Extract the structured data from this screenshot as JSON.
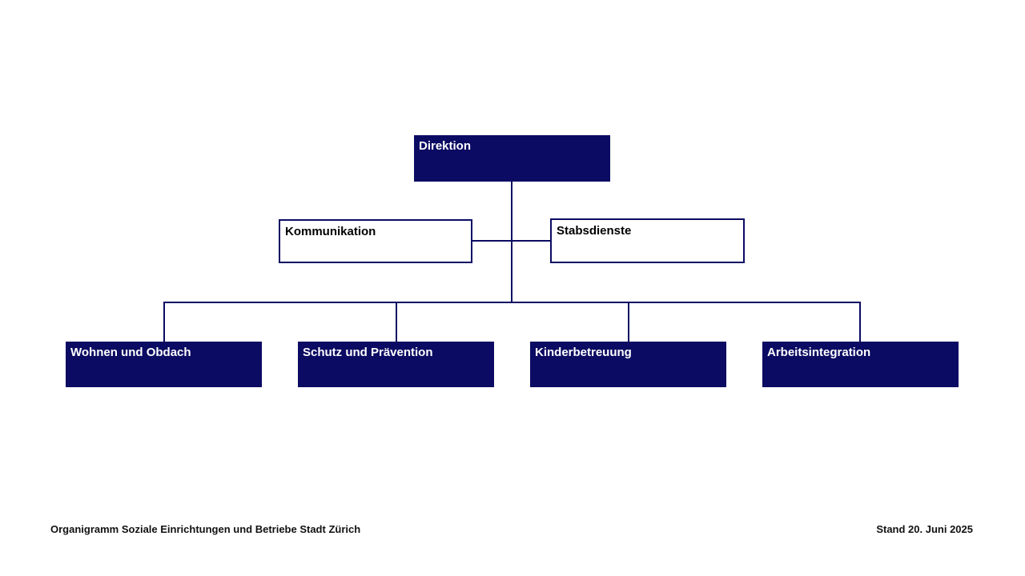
{
  "chart_title": "Organigramm Soziale Einrichtungen und Betriebe Stadt Zürich",
  "colors": {
    "navy": "#0b0b63",
    "filled_box_text": "#ffffff",
    "outlined_box_text": "#000000",
    "background": "#ffffff"
  },
  "nodes": {
    "direktion": {
      "label": "Direktion",
      "level": 1,
      "style": "filled"
    },
    "kommunikation": {
      "label": "Kommunikation",
      "level": 2,
      "style": "outlined"
    },
    "stabsdienste": {
      "label": "Stabsdienste",
      "level": 2,
      "style": "outlined"
    },
    "wohnen_und_obdach": {
      "label": "Wohnen und Obdach",
      "level": 3,
      "style": "filled"
    },
    "schutz_und_praevention": {
      "label": "Schutz und Prävention",
      "level": 3,
      "style": "filled"
    },
    "kinderbetreuung": {
      "label": "Kinderbetreuung",
      "level": 3,
      "style": "filled"
    },
    "arbeitsintegration": {
      "label": "Arbeitsintegration",
      "level": 3,
      "style": "filled"
    }
  },
  "hierarchy": {
    "root": "Direktion",
    "staff_units": [
      "Kommunikation",
      "Stabsdienste"
    ],
    "departments": [
      "Wohnen und Obdach",
      "Schutz und Prävention",
      "Kinderbetreuung",
      "Arbeitsintegration"
    ]
  },
  "footer": {
    "left": "Organigramm Soziale Einrichtungen und Betriebe Stadt Zürich",
    "right": "Stand 20. Juni 2025"
  }
}
